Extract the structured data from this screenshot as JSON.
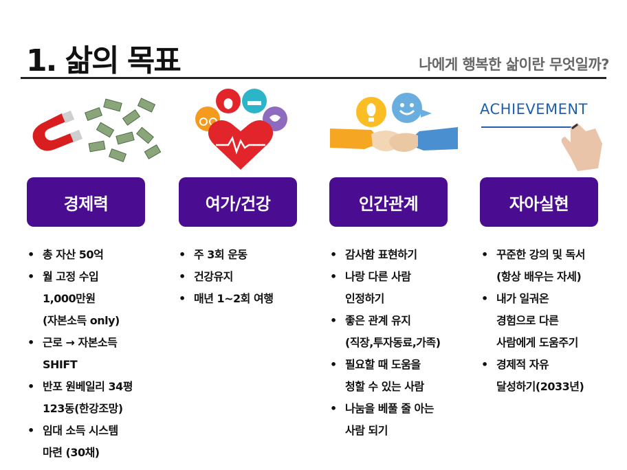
{
  "header": {
    "title": "1. 삶의 목표",
    "subtitle": "나에게 행복한 삶이란 무엇일까?"
  },
  "columns": [
    {
      "label": "경제력",
      "icon": "money-magnet-icon",
      "items": [
        "총 자산 50억",
        "월 고정 수입\n1,000만원\n(자본소득 only)",
        "근로 → 자본소득\nSHIFT",
        "반포 원베일리 34평\n123동(한강조망)",
        "임대 소득 시스템\n마련 (30채)"
      ]
    },
    {
      "label": "여가/건강",
      "icon": "heart-health-icon",
      "items": [
        "주 3회 운동",
        "건강유지",
        "매년 1~2회 여행"
      ]
    },
    {
      "label": "인간관계",
      "icon": "handshake-icon",
      "items": [
        "감사함 표현하기",
        "나랑 다른 사람\n인정하기",
        "좋은 관계 유지\n(직장,투자동료,가족)",
        "필요할 때 도움을\n청할 수 있는 사람",
        "나눔을 베풀 줄 아는\n사람 되기"
      ]
    },
    {
      "label": "자아실현",
      "icon": "achievement-hand-icon",
      "image_text": "ACHIEVEMENT",
      "items": [
        "꾸준한 강의 및 독서\n(항상 배우는 자세)",
        "내가 일궈온\n경험으로 다른\n사람에게 도움주기",
        "경제적 자유\n달성하기(2033년)"
      ]
    }
  ],
  "colors": {
    "card": "#4a0d91",
    "accent_blue": "#1f5fb0",
    "heart": "#e2242b"
  }
}
